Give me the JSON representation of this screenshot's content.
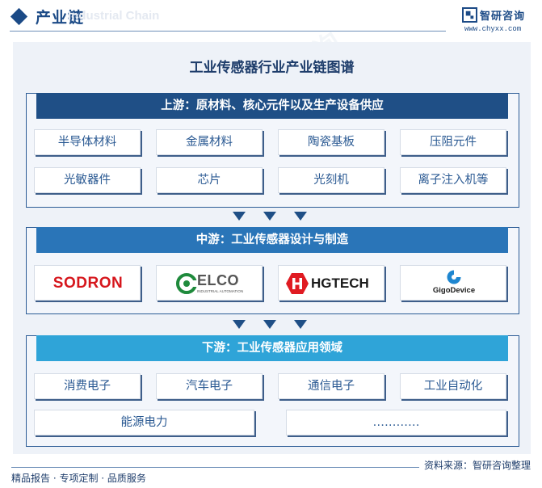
{
  "header": {
    "title": "产业链",
    "ghost_text": "Industrial Chain",
    "logo_name": "智研咨询",
    "logo_url": "www.chyxx.com"
  },
  "main_title": "工业传感器行业产业链图谱",
  "upstream": {
    "title": "上游：原材料、核心元件以及生产设备供应",
    "items": [
      "半导体材料",
      "金属材料",
      "陶瓷基板",
      "压阻元件",
      "光敏器件",
      "芯片",
      "光刻机",
      "离子注入机等"
    ]
  },
  "midstream": {
    "title": "中游：工业传感器设计与制造",
    "logos": [
      "SODRON",
      "ELCO",
      "HGTECH",
      "GigoDevice"
    ],
    "elco_sub": "INDUSTRIAL AUTOMATION"
  },
  "downstream": {
    "title": "下游：工业传感器应用领域",
    "items": [
      "消费电子",
      "汽车电子",
      "通信电子",
      "工业自动化",
      "能源电力",
      "…………"
    ]
  },
  "footer": {
    "left": "精品报告 · 专项定制 · 品质服务",
    "right": "资料来源：智研咨询整理"
  },
  "colors": {
    "upstream_bar": "#1f4f86",
    "midstream_bar": "#2a75b8",
    "downstream_bar": "#2fa4d8",
    "sodron_red": "#d6161c",
    "elco_green": "#1f8a3c",
    "hgtech_red": "#e01b22"
  }
}
